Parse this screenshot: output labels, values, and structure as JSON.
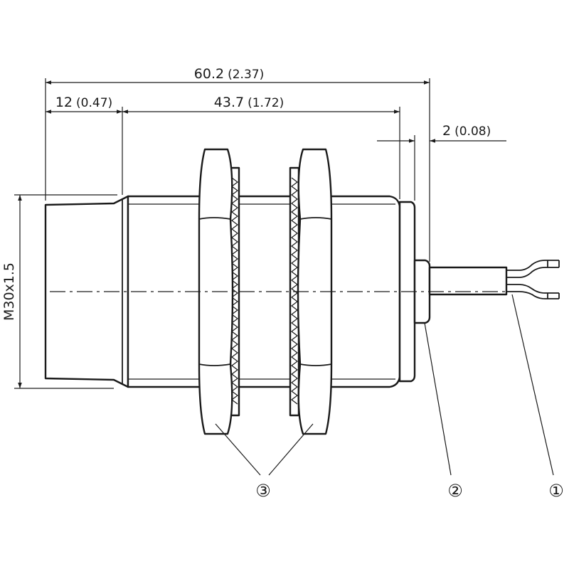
{
  "dimensions": {
    "overall_length": {
      "value": "60.2",
      "inch": "(2.37)"
    },
    "front_length": {
      "value": "12",
      "inch": "(0.47)"
    },
    "thread_length": {
      "value": "43.7",
      "inch": "(1.72)"
    },
    "collar_width": {
      "value": "2",
      "inch": "(0.08)"
    },
    "thread_size": "M30x1.5"
  },
  "callouts": [
    {
      "label": "③"
    },
    {
      "label": "②"
    },
    {
      "label": "①"
    }
  ],
  "colors": {
    "line": "#1a1a1a",
    "background": "#ffffff"
  }
}
